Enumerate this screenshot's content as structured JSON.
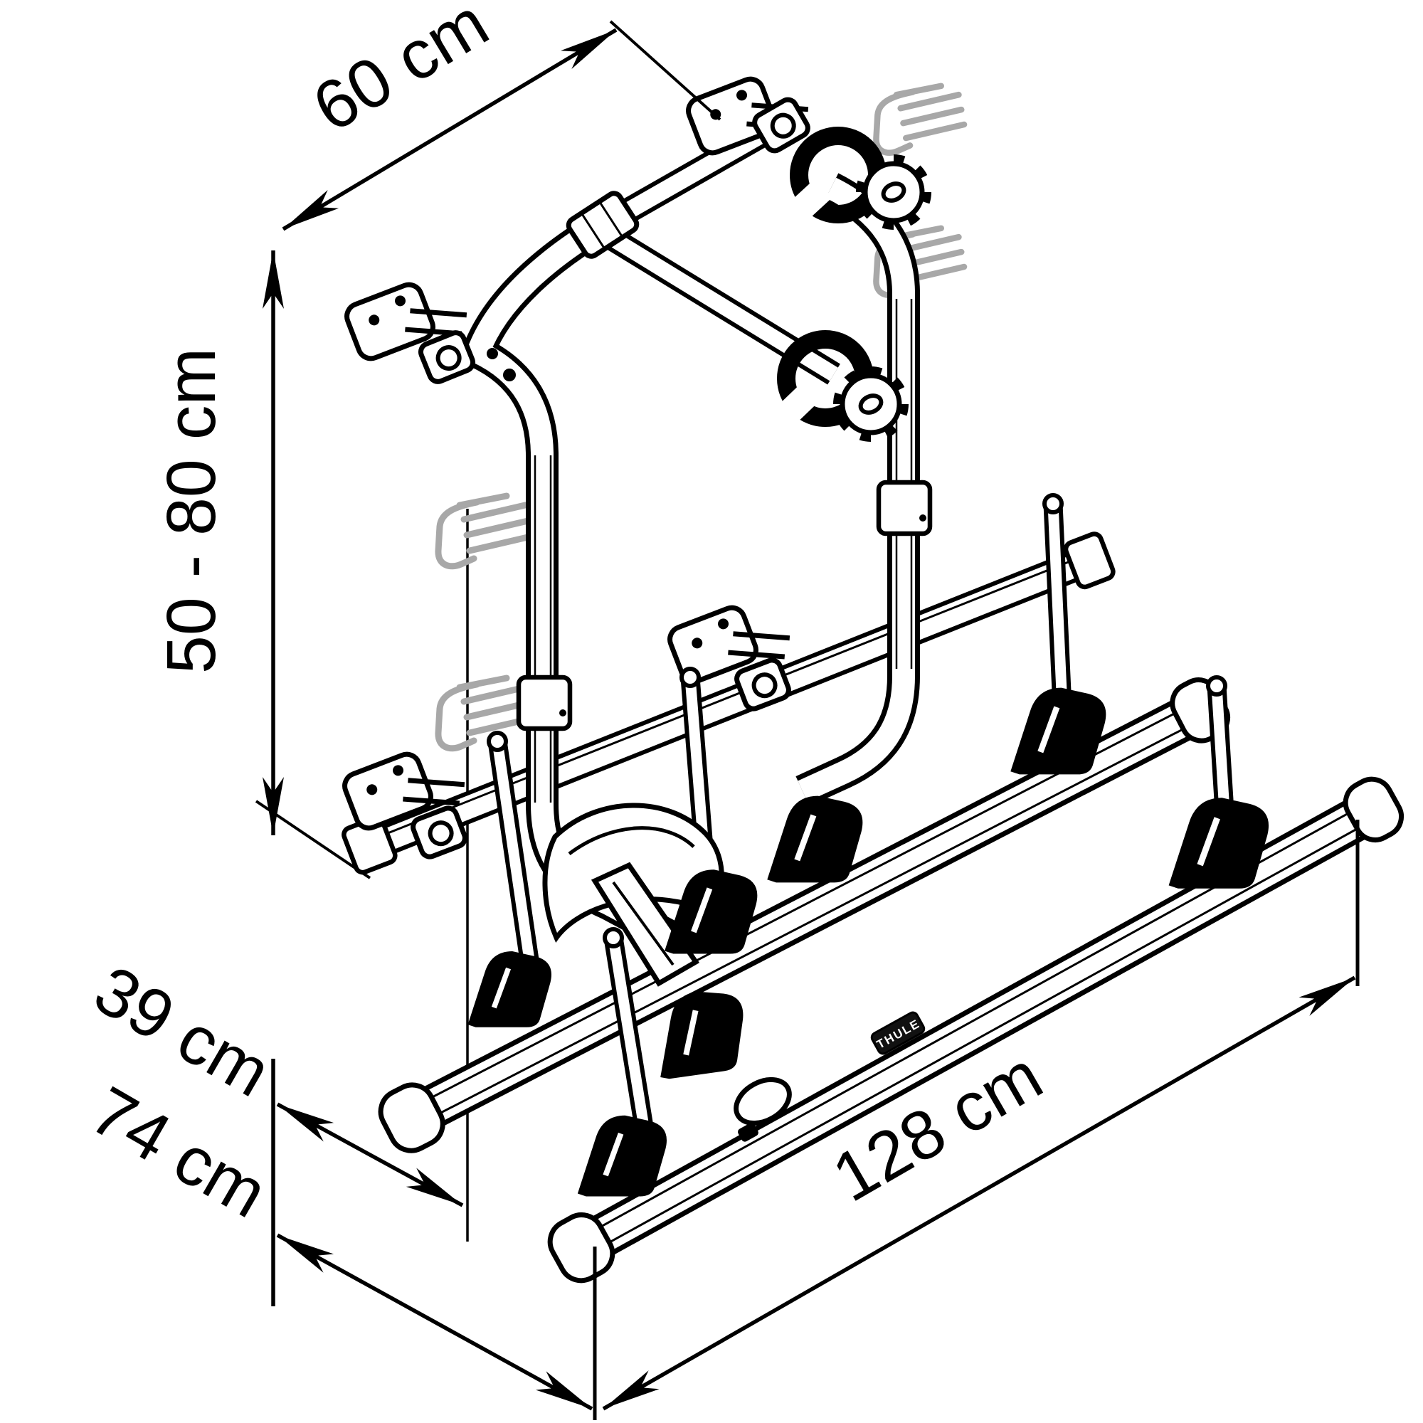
{
  "diagram": {
    "type": "isometric-technical-line-drawing",
    "subject": "rear-wall bike carrier with wheel rails, frame-holder knobs and wall brackets",
    "background_color": "#ffffff",
    "line_color": "#000000",
    "ghost_bracket_color": "#a8a8a8",
    "brand_badge": "THULE",
    "dimensions": {
      "top_width": {
        "label": "60 cm"
      },
      "height_range": {
        "label": "50 - 80 cm"
      },
      "rear_rail_offset": {
        "label": "39 cm"
      },
      "front_rail_offset": {
        "label": "74 cm"
      },
      "overall_length": {
        "label": "128 cm"
      }
    }
  }
}
